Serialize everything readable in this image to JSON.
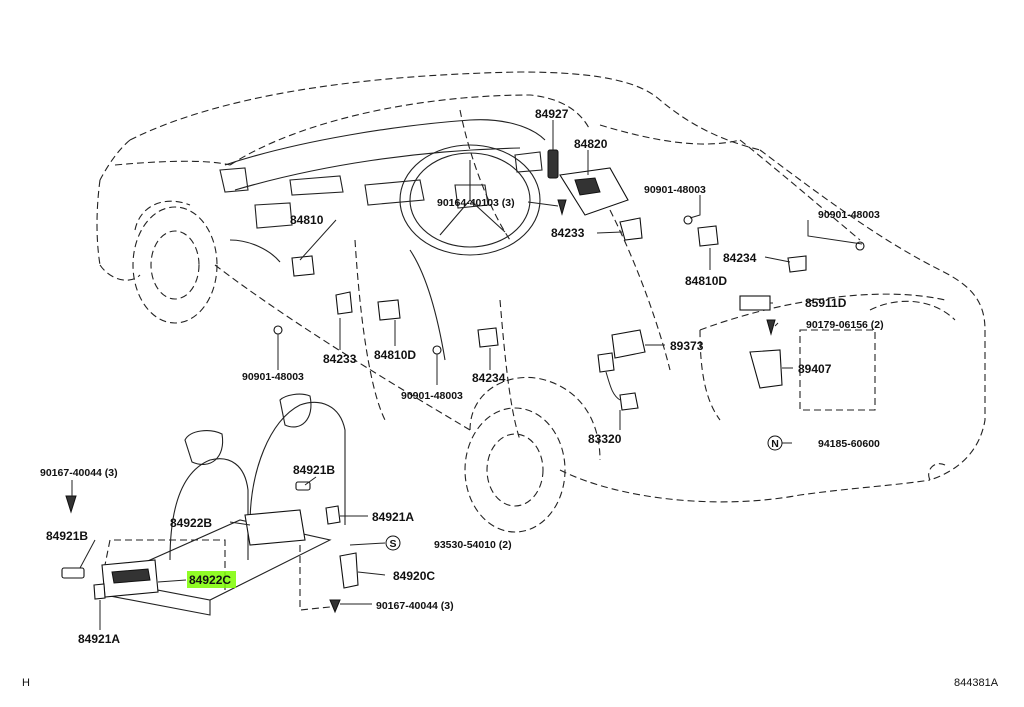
{
  "labels": [
    {
      "id": "84927",
      "text": "84927"
    },
    {
      "id": "84820",
      "text": "84820"
    },
    {
      "id": "90901-48003-a",
      "text": "90901-48003"
    },
    {
      "id": "90164-40103",
      "text": "90164-40103 (3)"
    },
    {
      "id": "90901-48003-b",
      "text": "90901-48003"
    },
    {
      "id": "84233-a",
      "text": "84233"
    },
    {
      "id": "84810-a",
      "text": "84810"
    },
    {
      "id": "84234-a",
      "text": "84234"
    },
    {
      "id": "84810D-a",
      "text": "84810D"
    },
    {
      "id": "85911D",
      "text": "85911D"
    },
    {
      "id": "90179-06156",
      "text": "90179-06156 (2)"
    },
    {
      "id": "84233-b",
      "text": "84233"
    },
    {
      "id": "84810D-b",
      "text": "84810D"
    },
    {
      "id": "89373",
      "text": "89373"
    },
    {
      "id": "90901-48003-c",
      "text": "90901-48003"
    },
    {
      "id": "84234-b",
      "text": "84234"
    },
    {
      "id": "89407",
      "text": "89407"
    },
    {
      "id": "90901-48003-d",
      "text": "90901-48003"
    },
    {
      "id": "83320",
      "text": "83320"
    },
    {
      "id": "94185-60600",
      "text": "94185-60600"
    },
    {
      "id": "90167-40044-a",
      "text": "90167-40044 (3)"
    },
    {
      "id": "84921B-a",
      "text": "84921B"
    },
    {
      "id": "84922B",
      "text": "84922B"
    },
    {
      "id": "84921A-a",
      "text": "84921A"
    },
    {
      "id": "84921B-b",
      "text": "84921B"
    },
    {
      "id": "93530-54010",
      "text": "93530-54010 (2)"
    },
    {
      "id": "84922C",
      "text": "84922C"
    },
    {
      "id": "84920C",
      "text": "84920C"
    },
    {
      "id": "90167-40044-b",
      "text": "90167-40044 (3)"
    },
    {
      "id": "84921A-b",
      "text": "84921A"
    }
  ],
  "markers": {
    "n": "N",
    "s": "S"
  },
  "highlight_color": "#7CFC00",
  "corner_left": "H",
  "corner_right": "844381A"
}
